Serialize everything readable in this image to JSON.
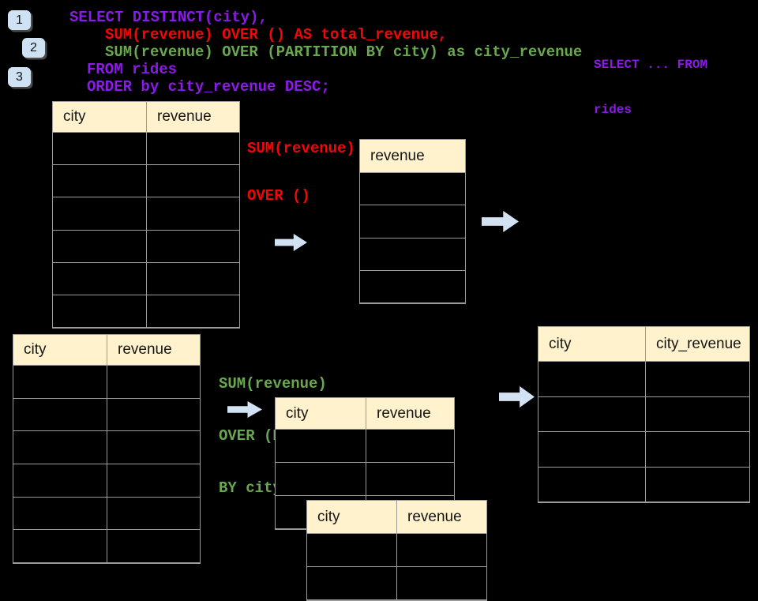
{
  "palette": {
    "background": "#000000",
    "code_purple": "#8c1ae9",
    "code_red": "#f50505",
    "code_green": "#6aa84f",
    "table_header_fill": "#fff2cc",
    "table_border": "#9b9b9b",
    "arrow_fill": "#d2e2f2",
    "badge_fill": "#cfe2f3"
  },
  "badges": [
    "1",
    "2",
    "3"
  ],
  "code": {
    "lines": [
      {
        "text": "SELECT DISTINCT(city),",
        "color": "purple"
      },
      {
        "text": "SUM(revenue) OVER () AS total_revenue,",
        "color": "red"
      },
      {
        "text": "SUM(revenue) OVER (PARTITION BY city) as city_revenue",
        "color": "green"
      },
      {
        "text": "FROM rides",
        "color": "purple"
      },
      {
        "text": "ORDER by city_revenue DESC;",
        "color": "purple"
      }
    ]
  },
  "side_note": {
    "lines": [
      "SELECT ... FROM",
      "rides"
    ]
  },
  "labels": {
    "total": {
      "lines": [
        "SUM(revenue)",
        "OVER ()"
      ]
    },
    "partition": {
      "lines": [
        "SUM(revenue)",
        "OVER (PARTITION",
        "BY city)"
      ]
    }
  },
  "tables": {
    "source_top": {
      "headers": [
        "city",
        "revenue"
      ],
      "rows": 6
    },
    "total_result": {
      "headers": [
        "revenue"
      ],
      "rows": 4
    },
    "source_bottom": {
      "headers": [
        "city",
        "revenue"
      ],
      "rows": 6
    },
    "partition_mid": {
      "headers": [
        "city",
        "revenue"
      ],
      "rows": 3
    },
    "partition_overlay": {
      "headers": [
        "city",
        "revenue"
      ],
      "rows": 2
    },
    "final_result": {
      "headers": [
        "city",
        "city_revenue"
      ],
      "rows": 4
    }
  }
}
